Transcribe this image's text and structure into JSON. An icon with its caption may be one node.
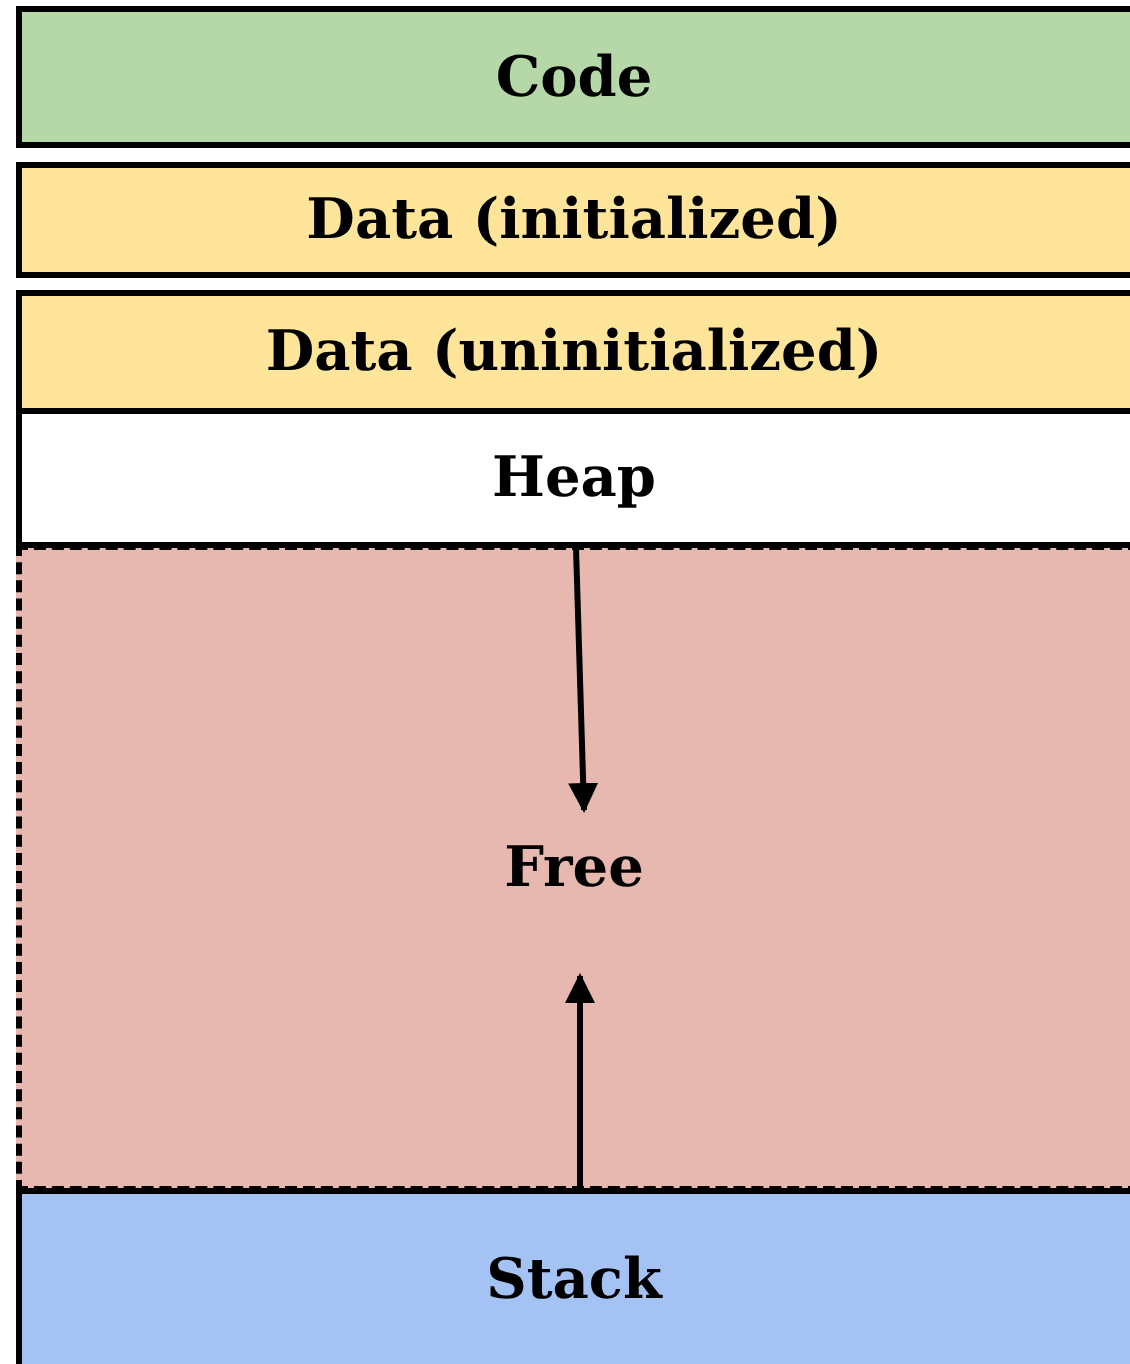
{
  "diagram": {
    "nodes": [
      {
        "text": [
          "Code"
        ]
      },
      {
        "text": [
          "Data (initialized)"
        ]
      },
      {
        "text": [
          "Data (uninitialized)"
        ]
      },
      {
        "text": [
          "Heap"
        ]
      },
      {
        "text": [
          "Free"
        ]
      },
      {
        "text": [
          "Stack"
        ]
      }
    ],
    "edges": [
      {
        "from": 3,
        "to": 4,
        "arrow": "to"
      },
      {
        "from": 5,
        "to": 4,
        "arrow": "to"
      }
    ]
  }
}
